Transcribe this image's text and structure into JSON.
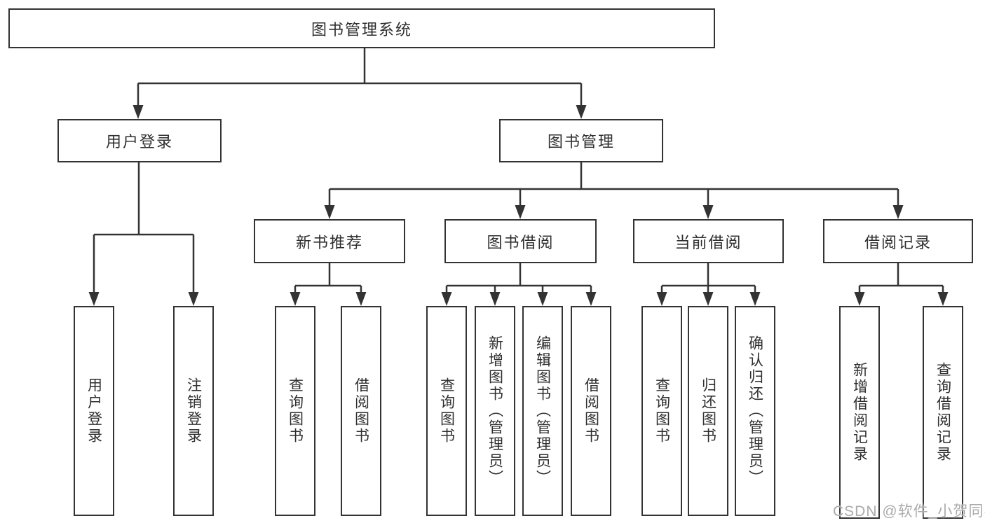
{
  "diagram": {
    "title": "图书管理系统",
    "level2": {
      "user_login": "用户登录",
      "book_mgmt": "图书管理"
    },
    "level3": {
      "new_book": "新书推荐",
      "borrow": "图书借阅",
      "current": "当前借阅",
      "records": "借阅记录"
    },
    "leaves": {
      "login": [
        "用户登录",
        "注销登录"
      ],
      "new_book": [
        "查询图书",
        "借阅图书"
      ],
      "borrow": [
        "查询图书",
        "新增图书（管理员）",
        "编辑图书（管理员）",
        "借阅图书"
      ],
      "current": [
        "查询图书",
        "归还图书",
        "确认归还（管理员）"
      ],
      "records": [
        "新增借阅记录",
        "查询借阅记录"
      ]
    }
  },
  "watermark": "CSDN @软件_小贺同学",
  "colors": {
    "line": "#333333",
    "text": "#2f2f2f",
    "watermark": "#ababab",
    "background": "#ffffff"
  }
}
